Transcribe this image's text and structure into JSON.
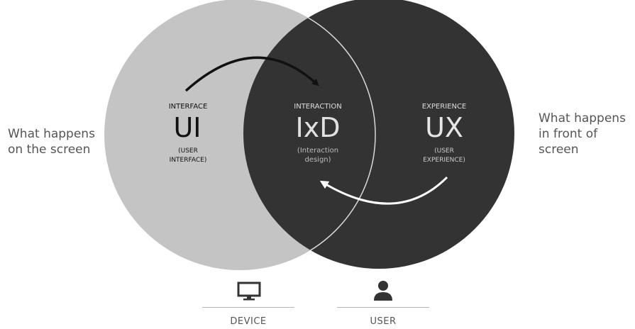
{
  "diagram": {
    "left_circle": {
      "small_label": "INTERFACE",
      "big_label": "UI",
      "sub_line1": "(USER",
      "sub_line2": "INTERFACE)"
    },
    "overlap": {
      "small_label": "INTERACTION",
      "big_label": "IxD",
      "sub_line1": "(Interaction",
      "sub_line2": "design)"
    },
    "right_circle": {
      "small_label": "EXPERIENCE",
      "big_label": "UX",
      "sub_line1": "(USER",
      "sub_line2": "EXPERIENCE)"
    },
    "left_caption": "What happens\non the screen",
    "right_caption": "What happens\nin front of\nscreen"
  },
  "legend": {
    "device_label": "DEVICE",
    "device_icon": "monitor-icon",
    "user_label": "USER",
    "user_icon": "user-icon"
  },
  "colors": {
    "left_circle": "#c4c4c4",
    "right_circle": "#333333",
    "arrow_dark": "#111111",
    "arrow_light": "#ffffff"
  }
}
